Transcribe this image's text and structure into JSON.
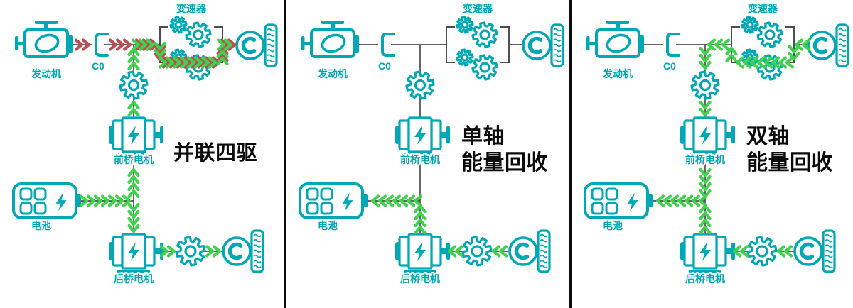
{
  "colors": {
    "teal": "#00A8B6",
    "green": "#3FD24D",
    "red": "#BC4E57",
    "line": "#4E4E4E",
    "title": "#0B0B0B",
    "separator": "#0D0D0D",
    "background": "#FFFFFF"
  },
  "components": {
    "engine": "发动机",
    "clutch": "C0",
    "gearbox": "变速器",
    "front_motor": "前桥电机",
    "battery": "电池",
    "rear_motor": "后桥电机"
  },
  "panels": [
    {
      "id": "parallel-4wd",
      "title_lines": [
        "并联四驱"
      ],
      "flows": [
        {
          "path": "engine-clutch",
          "dir": "right",
          "color": "red"
        },
        {
          "path": "clutch-junction",
          "dir": "right",
          "color": "red"
        },
        {
          "path": "junction-gearbox",
          "dir": "right",
          "color": "red"
        },
        {
          "path": "junction-gearbox",
          "dir": "right",
          "color": "green",
          "phase": 5
        },
        {
          "path": "gearbox-left-vertical",
          "dir": "down",
          "color": "red"
        },
        {
          "path": "gearbox-left-vertical",
          "dir": "down",
          "color": "green",
          "phase": 5
        },
        {
          "path": "gearbox-bottom",
          "dir": "right",
          "color": "red"
        },
        {
          "path": "gearbox-bottom",
          "dir": "right",
          "color": "green",
          "phase": 5
        },
        {
          "path": "gearbox-right-vertical",
          "dir": "up",
          "color": "red"
        },
        {
          "path": "gearbox-right-vertical",
          "dir": "up",
          "color": "green",
          "phase": 5
        },
        {
          "path": "gearbox-front-wheel",
          "dir": "right",
          "color": "red"
        },
        {
          "path": "gearbox-front-wheel",
          "dir": "right",
          "color": "green",
          "phase": 5
        },
        {
          "path": "junction-front-gear",
          "dir": "up",
          "color": "green"
        },
        {
          "path": "front-gear-front-motor",
          "dir": "up",
          "color": "green"
        },
        {
          "path": "front-motor-battery-junction",
          "dir": "up",
          "color": "green"
        },
        {
          "path": "battery-junction-rear-motor",
          "dir": "down",
          "color": "green"
        },
        {
          "path": "battery-battery-junction",
          "dir": "right",
          "color": "green"
        },
        {
          "path": "rear-motor-rear-gear",
          "dir": "right",
          "color": "green"
        },
        {
          "path": "rear-gear-rear-wheel",
          "dir": "right",
          "color": "green"
        }
      ]
    },
    {
      "id": "single-axle-energy-recovery",
      "title_lines": [
        "单轴",
        "能量回收"
      ],
      "flows": [
        {
          "path": "rear-gear-rear-wheel",
          "dir": "left",
          "color": "green"
        },
        {
          "path": "rear-motor-rear-gear",
          "dir": "left",
          "color": "green"
        },
        {
          "path": "battery-junction-rear-motor",
          "dir": "up",
          "color": "green"
        },
        {
          "path": "battery-battery-junction",
          "dir": "left",
          "color": "green"
        }
      ]
    },
    {
      "id": "dual-axle-energy-recovery",
      "title_lines": [
        "双轴",
        "能量回收"
      ],
      "flows": [
        {
          "path": "gearbox-front-wheel",
          "dir": "left",
          "color": "green"
        },
        {
          "path": "gearbox-right-vertical",
          "dir": "down",
          "color": "green"
        },
        {
          "path": "gearbox-bottom",
          "dir": "left",
          "color": "green"
        },
        {
          "path": "gearbox-left-vertical",
          "dir": "up",
          "color": "green"
        },
        {
          "path": "junction-gearbox",
          "dir": "left",
          "color": "green"
        },
        {
          "path": "junction-front-gear",
          "dir": "down",
          "color": "green"
        },
        {
          "path": "front-gear-front-motor",
          "dir": "down",
          "color": "green"
        },
        {
          "path": "front-motor-battery-junction",
          "dir": "down",
          "color": "green"
        },
        {
          "path": "rear-gear-rear-wheel",
          "dir": "left",
          "color": "green"
        },
        {
          "path": "rear-motor-rear-gear",
          "dir": "left",
          "color": "green"
        },
        {
          "path": "battery-junction-rear-motor",
          "dir": "up",
          "color": "green"
        },
        {
          "path": "battery-battery-junction",
          "dir": "left",
          "color": "green"
        }
      ]
    }
  ]
}
